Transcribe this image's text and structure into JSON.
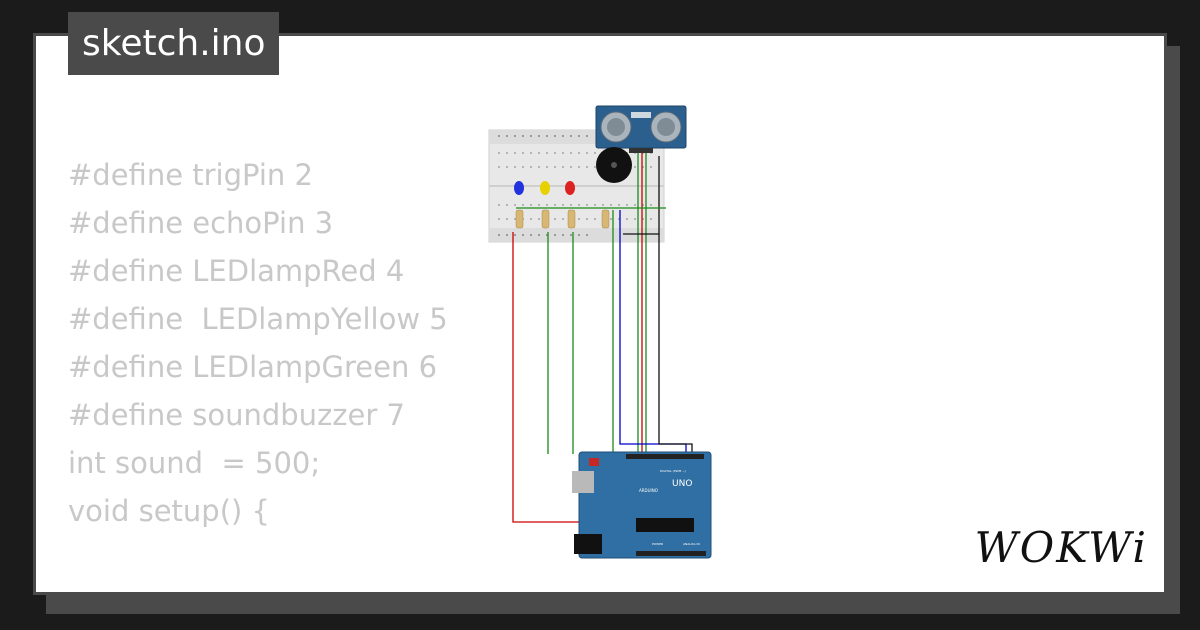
{
  "title": "sketch.ino",
  "code_lines": [
    "#define trigPin 2",
    "#define echoPin 3",
    "#define LEDlampRed 4",
    "#define  LEDlampYellow 5",
    "#define LEDlampGreen 6",
    "#define soundbuzzer 7",
    "int sound  = 500;",
    "",
    "",
    "void setup() {"
  ],
  "logo_text": "WOKWi",
  "arduino_labels": {
    "brand": "UNO",
    "sub": "ARDUINO",
    "digital": "DIGITAL (PWM ~)",
    "analog": "ANALOG IN",
    "power": "POWER"
  },
  "colors": {
    "background": "#1b1b1b",
    "frame": "#4a4a4a",
    "code": "#c8c8c8",
    "board": "#2f6fa3",
    "wire_red": "#cc0000",
    "wire_green": "#1a8a1a",
    "wire_blue": "#0000cc",
    "wire_black": "#111111"
  }
}
